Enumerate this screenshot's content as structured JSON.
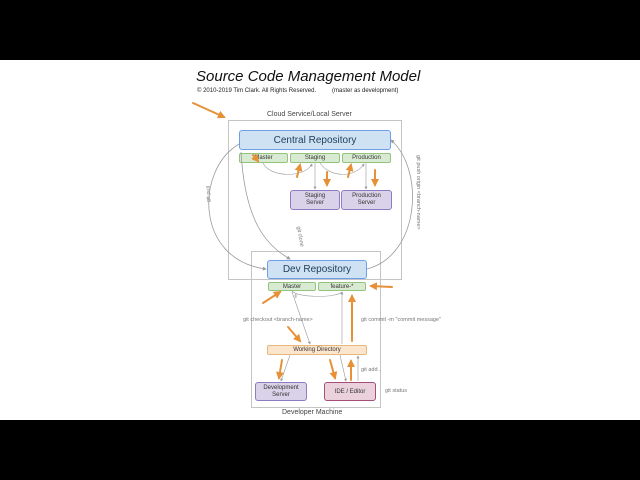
{
  "diagram": {
    "title": "Source Code Management Model",
    "copyright": "© 2010-2019 Tim Clark. All Rights Reserved.",
    "note": "(master as development)"
  },
  "cloud": {
    "label": "Cloud Service/Local Server",
    "central_repo": "Central Repository",
    "branches": [
      "Master",
      "Staging",
      "Production"
    ],
    "servers": [
      "Staging Server",
      "Production Server"
    ]
  },
  "dev": {
    "label": "Developer Machine",
    "dev_repo": "Dev Repository",
    "branches": [
      "Master",
      "feature-*"
    ],
    "working_directory": "Working Directory",
    "development_server": "Development Server",
    "ide": "IDE / Editor"
  },
  "commands": {
    "git_pull": "git pull",
    "git_clone": "git clone",
    "git_push": "git push origin <branch-name>",
    "git_checkout": "git checkout <branch-name>",
    "git_commit": "git commit -m \"commit message\"",
    "git_add": "git add .",
    "git_status": "git status"
  },
  "colors": {
    "annotation_arrow": "#e69138",
    "repo_fill": "#cfe2f3",
    "branch_fill": "#d9ead3",
    "server_fill": "#d9d2e9",
    "workdir_fill": "#fce5cd",
    "ide_fill": "#ead1dc"
  }
}
